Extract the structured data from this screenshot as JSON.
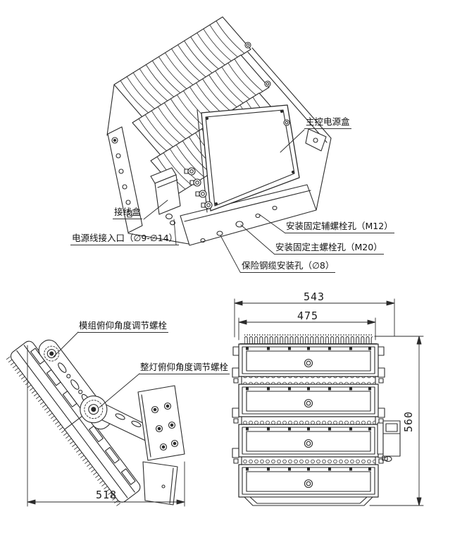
{
  "drawing": {
    "perspective_view": {
      "labels": {
        "main_power_box": "主控电源盒",
        "junction_box": "接线盒",
        "cable_entry": "电源线接入口（∅9-∅14）",
        "aux_mount_hole": "安装固定辅螺栓孔（M12）",
        "main_mount_hole": "安装固定主螺栓孔（M20）",
        "safety_cable_hole": "保险钢缆安装孔（∅8）"
      }
    },
    "side_view": {
      "labels": {
        "module_tilt_bolt": "模组俯仰角度调节螺栓",
        "lamp_tilt_bolt": "整灯俯仰角度调节螺栓"
      },
      "dimensions": {
        "base_width_mm": "518"
      }
    },
    "front_view": {
      "dimensions": {
        "overall_width_mm": "543",
        "module_width_mm": "475",
        "overall_height_mm": "560"
      }
    },
    "colors": {
      "line": "#2b2b2b",
      "background": "#ffffff"
    }
  }
}
